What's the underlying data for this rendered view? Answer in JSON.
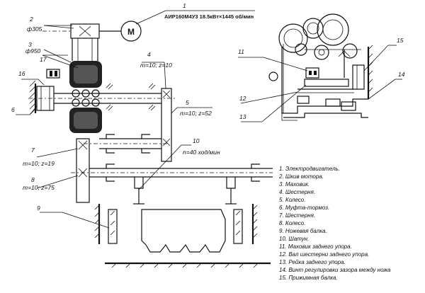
{
  "motor_spec": "АИР160М4У3 18.5кВт×1445 об/мин",
  "motor_symbol": "M",
  "callouts": {
    "c1": "1",
    "c2": "2",
    "c3": "3",
    "c4": "4",
    "c5": "5",
    "c6": "6",
    "c7": "7",
    "c8": "8",
    "c9": "9",
    "c10": "10",
    "c11": "11",
    "c12": "12",
    "c13": "13",
    "c14": "14",
    "c15": "15",
    "c16": "16",
    "c17": "17"
  },
  "params": {
    "pulley": "ф305",
    "flywheel": "ф950",
    "gear4": "m=10; z=10",
    "gear5": "m=10; z=52",
    "gear7": "m=10; z=19",
    "gear8": "m=10; z=75",
    "strokes": "n=40 ход/мин"
  },
  "legend": [
    "1. Электродвигатель.",
    "2. Шкив мотора.",
    "3. Маховик.",
    "4. Шестерня.",
    "5. Колесо.",
    "6. Муфта-тормоз.",
    "7. Шестерня.",
    "8. Колесо.",
    "9. Ножевая балка.",
    "10. Шатун.",
    "11. Маховик заднего упора.",
    "12. Вал шестерни заднего упора.",
    "13. Рейка заднего упора.",
    "14. Винт регулировки зазора между ножа",
    "15. Прижимная балка."
  ]
}
